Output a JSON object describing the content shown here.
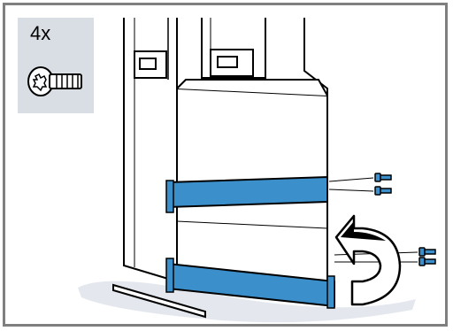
{
  "quantity_panel": {
    "count_label": "4x",
    "icon": "torx-screw-icon",
    "background": "#d9dde4"
  },
  "scene": {
    "frame_color": "#7f7f7f",
    "strap_color": "#3b8fcb",
    "floor_shade": "#e4e8ee",
    "action_icon": "rotate-arrow-icon",
    "screws_shown": 4,
    "straps_shown": 2
  }
}
